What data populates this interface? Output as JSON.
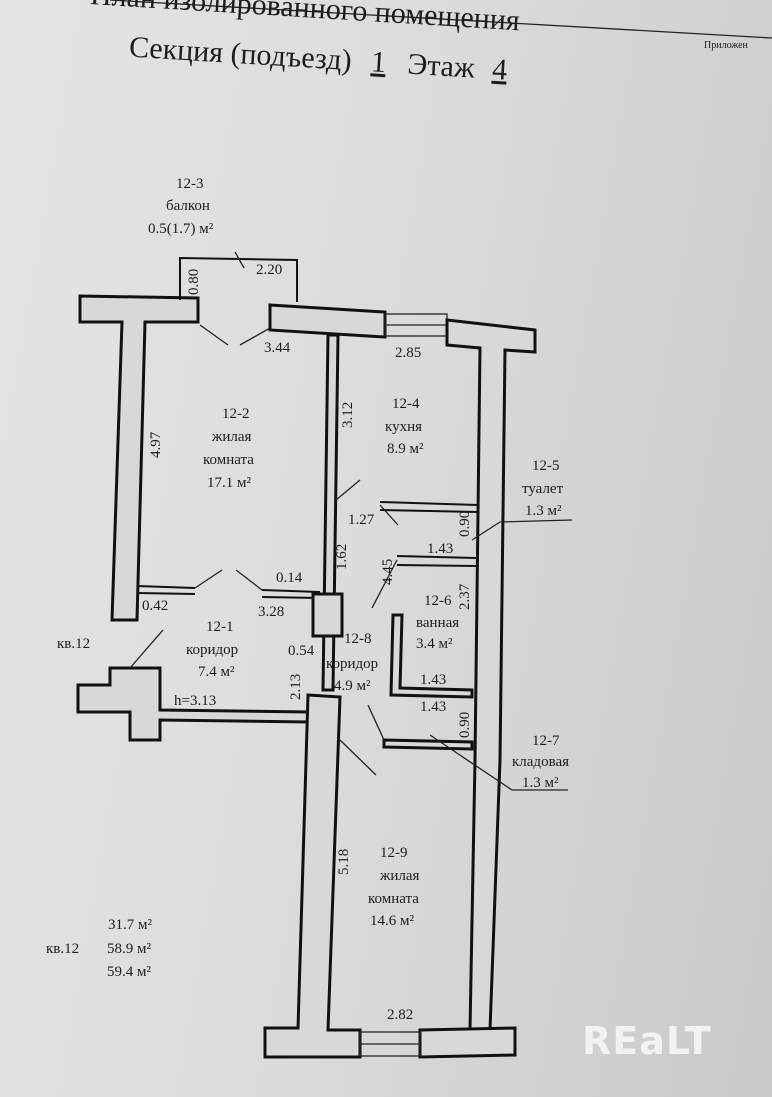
{
  "header": {
    "title_line1": "План изолированного помещения",
    "title_line2_prefix": "Секция (подъезд)",
    "section_number": "1",
    "floor_label": "Этаж",
    "floor_number": "4",
    "corner_note": "Приложен"
  },
  "rooms": [
    {
      "id": "12-1",
      "name": "коридор",
      "area": "7.4 м²"
    },
    {
      "id": "12-2",
      "name_line1": "жилая",
      "name_line2": "комната",
      "area": "17.1 м²"
    },
    {
      "id": "12-3",
      "name": "балкон",
      "area": "0.5(1.7) м²"
    },
    {
      "id": "12-4",
      "name": "кухня",
      "area": "8.9 м²"
    },
    {
      "id": "12-5",
      "name": "туалет",
      "area": "1.3 м²"
    },
    {
      "id": "12-6",
      "name": "ванная",
      "area": "3.4 м²"
    },
    {
      "id": "12-7",
      "name": "кладовая",
      "area": "1.3 м²"
    },
    {
      "id": "12-8",
      "name": "коридор",
      "area": "4.9 м²"
    },
    {
      "id": "12-9",
      "name_line1": "жилая",
      "name_line2": "комната",
      "area": "14.6 м²"
    }
  ],
  "dimensions": {
    "balcony_depth": "0.80",
    "balcony_width": "2.20",
    "room2_width": "3.44",
    "room2_depth": "4.97",
    "kitchen_width": "2.85",
    "kitchen_depth": "3.12",
    "toilet_width": "1.27",
    "toilet_depth": "0.90",
    "toilet_width2": "1.43",
    "corridor8_len": "1.62",
    "bath_len": "4.45",
    "bath_depth": "2.37",
    "wall_014": "0.14",
    "wall_042": "0.42",
    "corridor1_width": "3.28",
    "col_054": "0.54",
    "corridor_213": "2.13",
    "height": "h=3.13",
    "bath_width": "1.43",
    "storage_width": "1.43",
    "storage_depth": "0.90",
    "room9_depth": "5.18",
    "room9_width": "2.82"
  },
  "apartment": {
    "label_left": "кв.12",
    "label_total": "кв.12",
    "living_area": "31.7 м²",
    "total_area": "58.9 м²",
    "total_area_with_balcony": "59.4 м²"
  },
  "watermark": "REaLT"
}
